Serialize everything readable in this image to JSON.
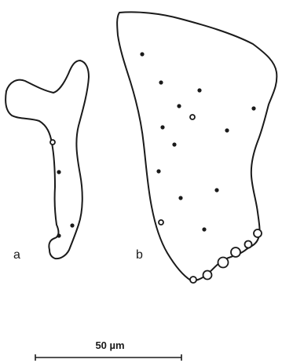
{
  "panels": [
    {
      "label": "a"
    },
    {
      "label": "b"
    }
  ],
  "scale_bar": {
    "label": "50 µm",
    "length_um": 50
  }
}
